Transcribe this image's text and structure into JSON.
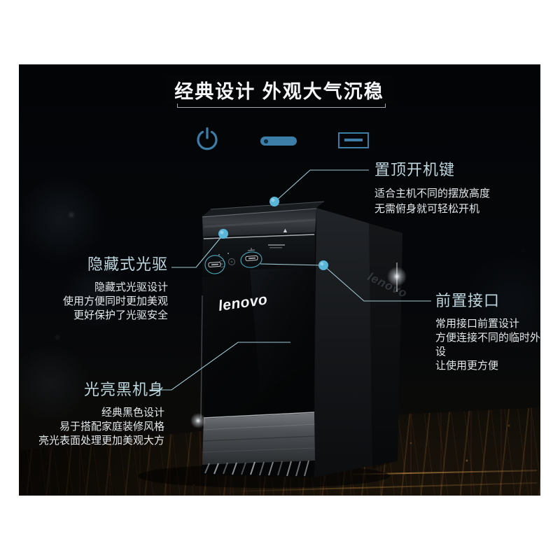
{
  "title": {
    "text": "经典设计 外观大气沉稳"
  },
  "feature_icons": [
    "power-icon",
    "drive-slot-icon",
    "usb-port-icon"
  ],
  "callouts": [
    {
      "id": "top-power-key",
      "label": "置顶开机键",
      "lines": [
        "适合主机不同的摆放高度",
        "无需俯身就可轻松开机"
      ]
    },
    {
      "id": "hidden-optical-drive",
      "label": "隐藏式光驱",
      "lines": [
        "隐藏式光驱设计",
        "使用方便同时更加美观",
        "更好保护了光驱安全"
      ]
    },
    {
      "id": "front-ports",
      "label": "前置接口",
      "lines": [
        "常用接口前置设计",
        "方便连接不同的临时外设",
        "让使用更方便"
      ]
    },
    {
      "id": "glossy-black-body",
      "label": "光亮黑机身",
      "lines": [
        "经典黑色设计",
        "易于搭配家庭装修风格",
        "亮光表面处理更加美观大方"
      ]
    }
  ],
  "product": {
    "front_logo": "lenovo",
    "side_logo": "lenovo",
    "eject_symbol": "▲"
  },
  "colors": {
    "accent_blue": "#3d7ea8",
    "label_blue": "#bdd6de",
    "leader_line": "#9fc9d3",
    "marker_dot": "#58b6d8",
    "title_text": "#f5f7f8",
    "body_text": "#e3e8ea",
    "photo_bg": "#05070a"
  }
}
